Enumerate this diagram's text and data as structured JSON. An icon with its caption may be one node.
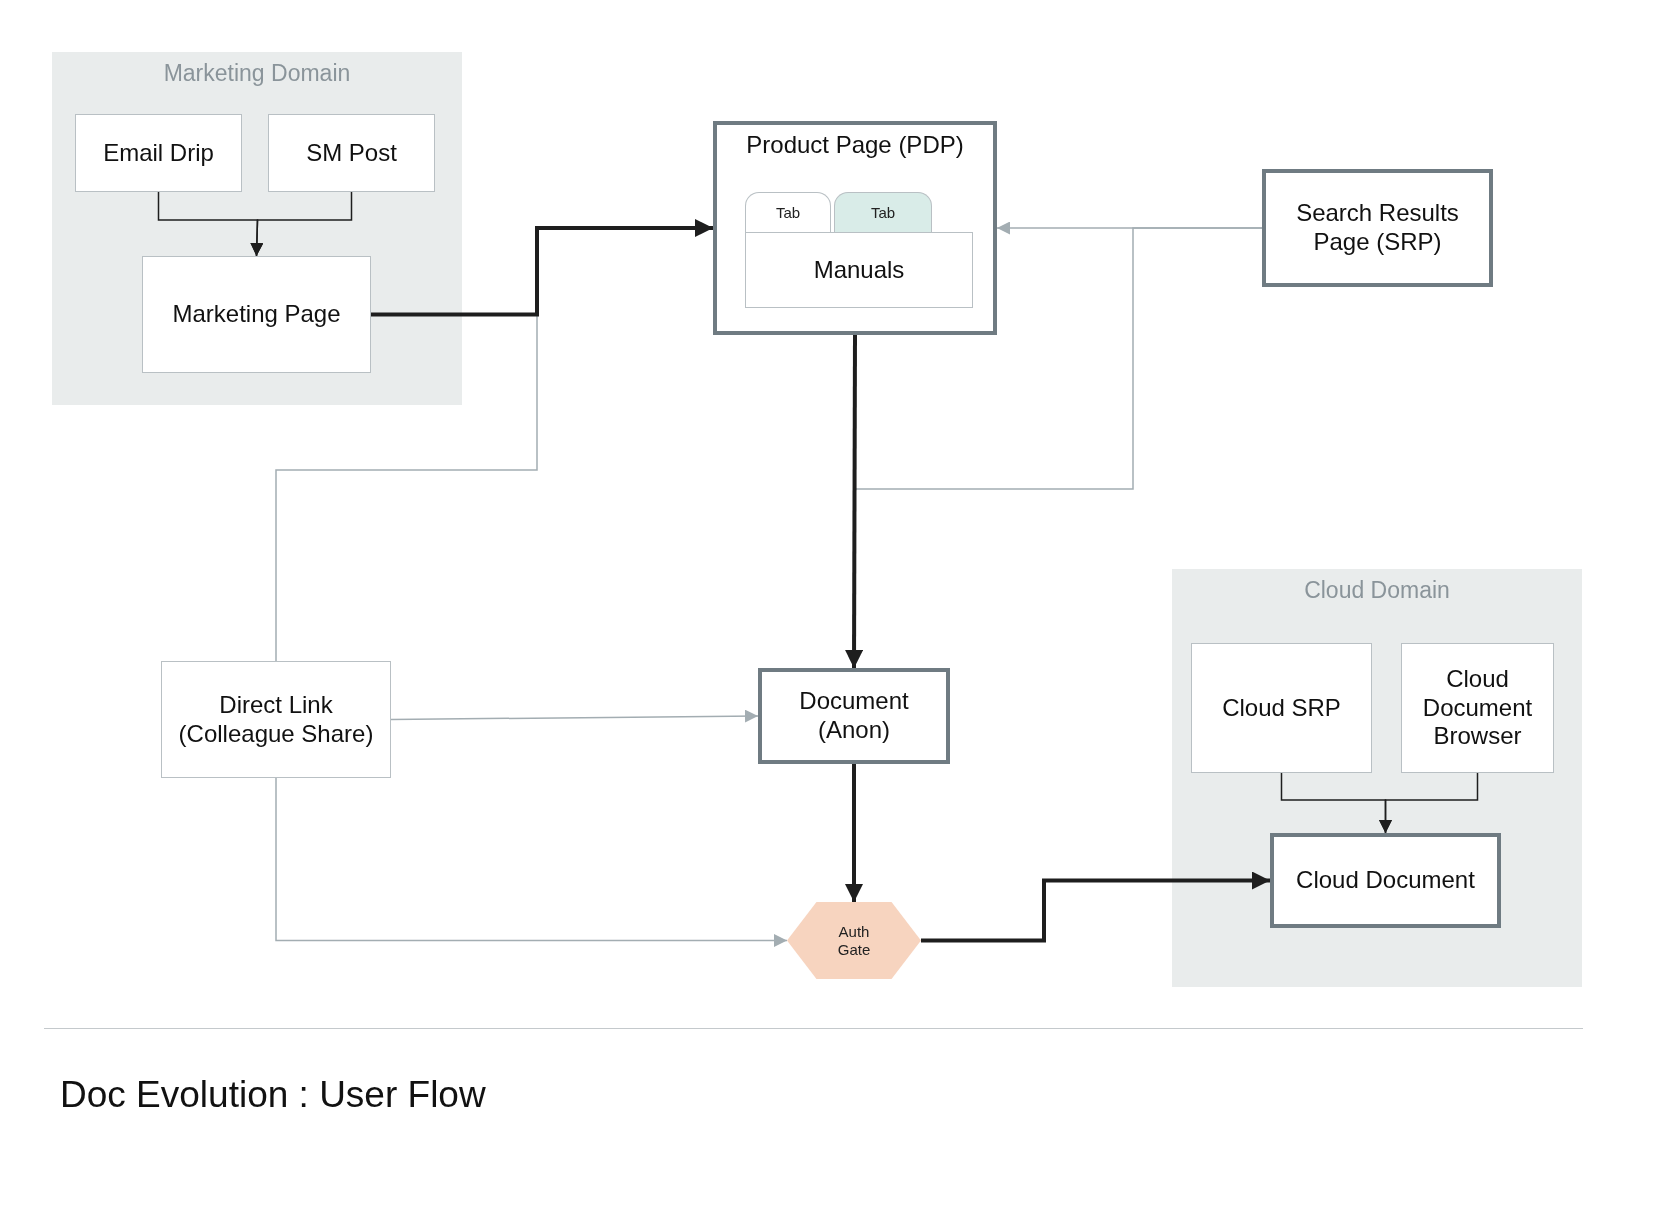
{
  "diagram": {
    "title": "Doc Evolution : User Flow",
    "nodes": [
      {
        "text": [
          "Marketing Domain"
        ]
      },
      {
        "text": [
          "Email Drip"
        ],
        "in": 0
      },
      {
        "text": [
          "SM Post"
        ],
        "in": 0
      },
      {
        "text": [
          "Marketing Page"
        ],
        "in": 0
      },
      {
        "text": [
          "Product Page (PDP)"
        ]
      },
      {
        "text": [
          "Tab"
        ],
        "in": 4
      },
      {
        "text": [
          "Tab"
        ],
        "in": 4
      },
      {
        "text": [
          "Manuals"
        ],
        "in": 4
      },
      {
        "text": [
          "Search Results Page (SRP)"
        ]
      },
      {
        "text": [
          "Direct Link (Colleague Share)"
        ]
      },
      {
        "text": [
          "Document (Anon)"
        ]
      },
      {
        "text": [
          "Auth Gate"
        ]
      },
      {
        "text": [
          "Cloud Domain"
        ]
      },
      {
        "text": [
          "Cloud SRP"
        ],
        "in": 12
      },
      {
        "text": [
          "Cloud Document Browser"
        ],
        "in": 12
      },
      {
        "text": [
          "Cloud Document"
        ],
        "in": 12
      }
    ],
    "edges": [
      {
        "from": 1,
        "to": 3,
        "arrow": "to"
      },
      {
        "from": 2,
        "to": 3,
        "arrow": "to"
      },
      {
        "from": 3,
        "to": 4,
        "arrow": "to",
        "style": "thick"
      },
      {
        "from": 8,
        "to": 4,
        "arrow": "to",
        "color": "#a3adb2"
      },
      {
        "from": 8,
        "to": 10,
        "arrow": "to",
        "color": "#a3adb2"
      },
      {
        "from": 4,
        "to": 10,
        "arrow": "to",
        "style": "thick"
      },
      {
        "from": 9,
        "to": 4,
        "arrow": "to",
        "color": "#a3adb2"
      },
      {
        "from": 9,
        "to": 10,
        "arrow": "to",
        "color": "#a3adb2"
      },
      {
        "from": 9,
        "to": 11,
        "arrow": "to",
        "color": "#a3adb2"
      },
      {
        "from": 10,
        "to": 11,
        "arrow": "to",
        "style": "thick"
      },
      {
        "from": 11,
        "to": 15,
        "arrow": "to",
        "style": "thick"
      },
      {
        "from": 13,
        "to": 15,
        "arrow": "to"
      },
      {
        "from": 14,
        "to": 15,
        "arrow": "to"
      }
    ]
  }
}
